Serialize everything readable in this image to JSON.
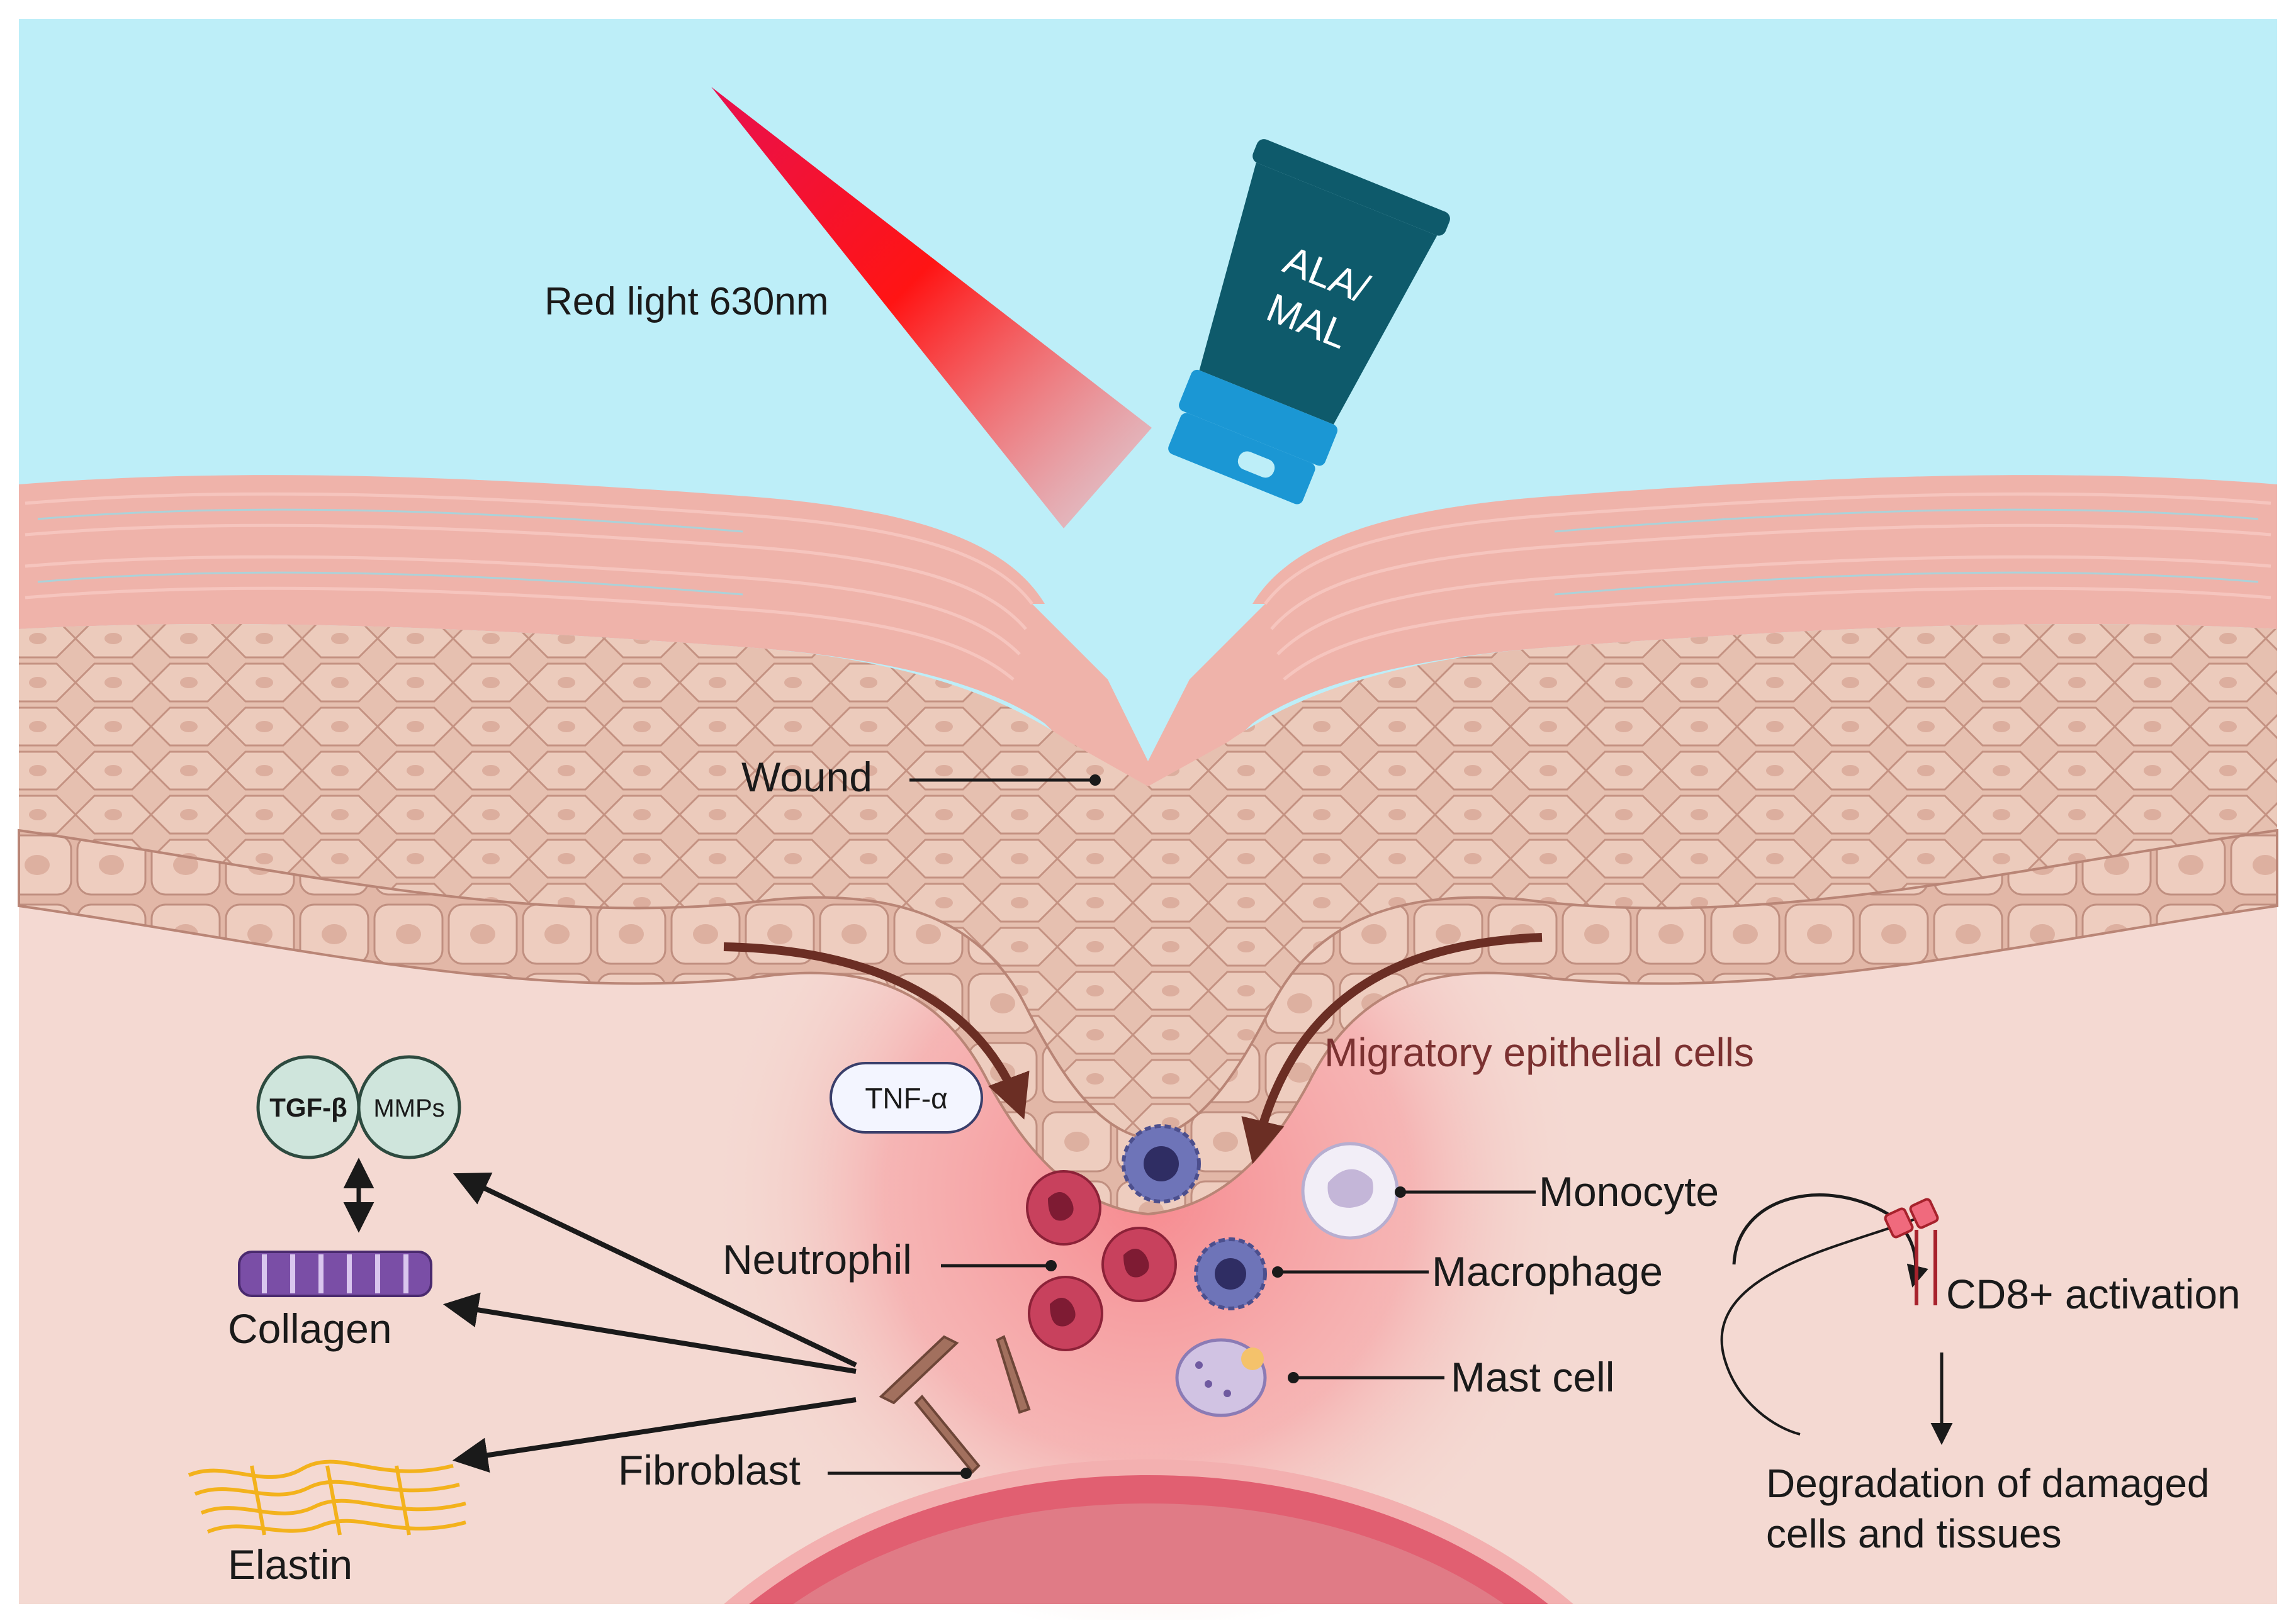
{
  "labels": {
    "red_light": "Red light 630nm",
    "tube_line1": "ALA/",
    "tube_line2": "MAL",
    "wound": "Wound",
    "migratory": "Migratory epithelial cells",
    "tnf": "TNF-α",
    "tgf": "TGF-β",
    "mmps": "MMPs",
    "collagen": "Collagen",
    "elastin": "Elastin",
    "neutrophil": "Neutrophil",
    "fibroblast": "Fibroblast",
    "monocyte": "Monocyte",
    "macrophage": "Macrophage",
    "mast_cell": "Mast cell",
    "cd8": "CD8+ activation",
    "degradation_line1": "Degradation of damaged",
    "degradation_line2": "cells and tissues"
  },
  "colors": {
    "sky": "#bdeef8",
    "dermis": "#f4d9d2",
    "inflammation": "#f5a3a8",
    "epidermis": "#e8c3b4",
    "cell_outline": "#c9978a",
    "tube_body": "#0e5a6b",
    "tube_cap": "#1b97d4",
    "light_red": "#ff1a1a",
    "neutrophil": "#c8415d",
    "macrophage": "#6e74b8",
    "collagen": "#7a4ea6",
    "elastin": "#f3b21c",
    "migratory_text": "#7b3131",
    "arrow_brown": "#6b2e24"
  },
  "icons": [
    "light-beam-icon",
    "cream-tube-icon",
    "neutrophil-icon",
    "macrophage-icon",
    "monocyte-icon",
    "mast-cell-icon",
    "fibroblast-icon",
    "collagen-fiber-icon",
    "elastin-fiber-icon",
    "cd8-receptor-icon"
  ]
}
